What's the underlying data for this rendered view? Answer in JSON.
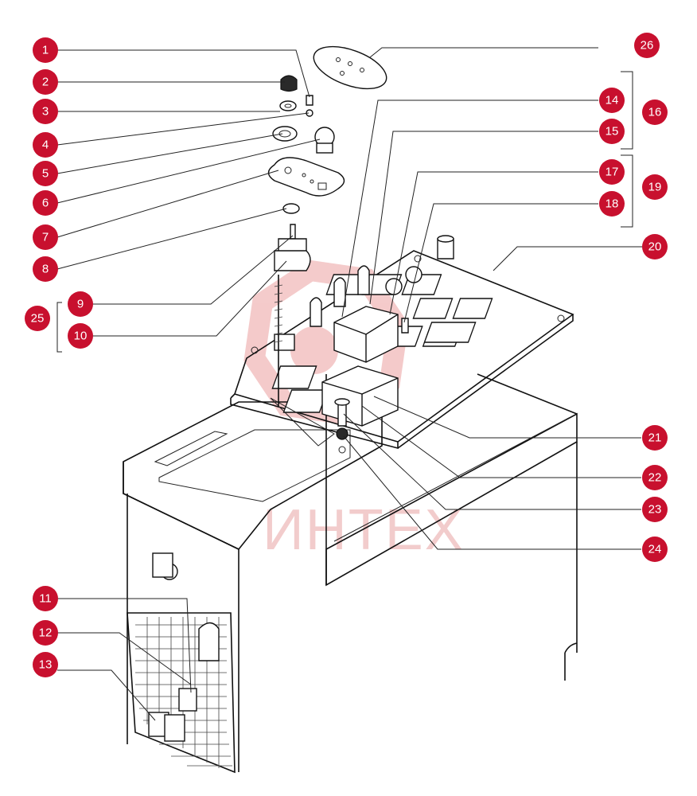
{
  "diagram": {
    "callouts": [
      {
        "id": "c1",
        "label": "1"
      },
      {
        "id": "c2",
        "label": "2"
      },
      {
        "id": "c3",
        "label": "3"
      },
      {
        "id": "c4",
        "label": "4"
      },
      {
        "id": "c5",
        "label": "5"
      },
      {
        "id": "c6",
        "label": "6"
      },
      {
        "id": "c7",
        "label": "7"
      },
      {
        "id": "c8",
        "label": "8"
      },
      {
        "id": "c9",
        "label": "9"
      },
      {
        "id": "c10",
        "label": "10"
      },
      {
        "id": "c11",
        "label": "11"
      },
      {
        "id": "c12",
        "label": "12"
      },
      {
        "id": "c13",
        "label": "13"
      },
      {
        "id": "c14",
        "label": "14"
      },
      {
        "id": "c15",
        "label": "15"
      },
      {
        "id": "c16",
        "label": "16"
      },
      {
        "id": "c17",
        "label": "17"
      },
      {
        "id": "c18",
        "label": "18"
      },
      {
        "id": "c19",
        "label": "19"
      },
      {
        "id": "c20",
        "label": "20"
      },
      {
        "id": "c21",
        "label": "21"
      },
      {
        "id": "c22",
        "label": "22"
      },
      {
        "id": "c23",
        "label": "23"
      },
      {
        "id": "c24",
        "label": "24"
      },
      {
        "id": "c25",
        "label": "25"
      },
      {
        "id": "c26",
        "label": "26"
      }
    ],
    "watermark": "ИНТЕХ",
    "colors": {
      "badge": "#c8102e",
      "line": "#111111",
      "watermark": "#e8a3a3"
    }
  }
}
